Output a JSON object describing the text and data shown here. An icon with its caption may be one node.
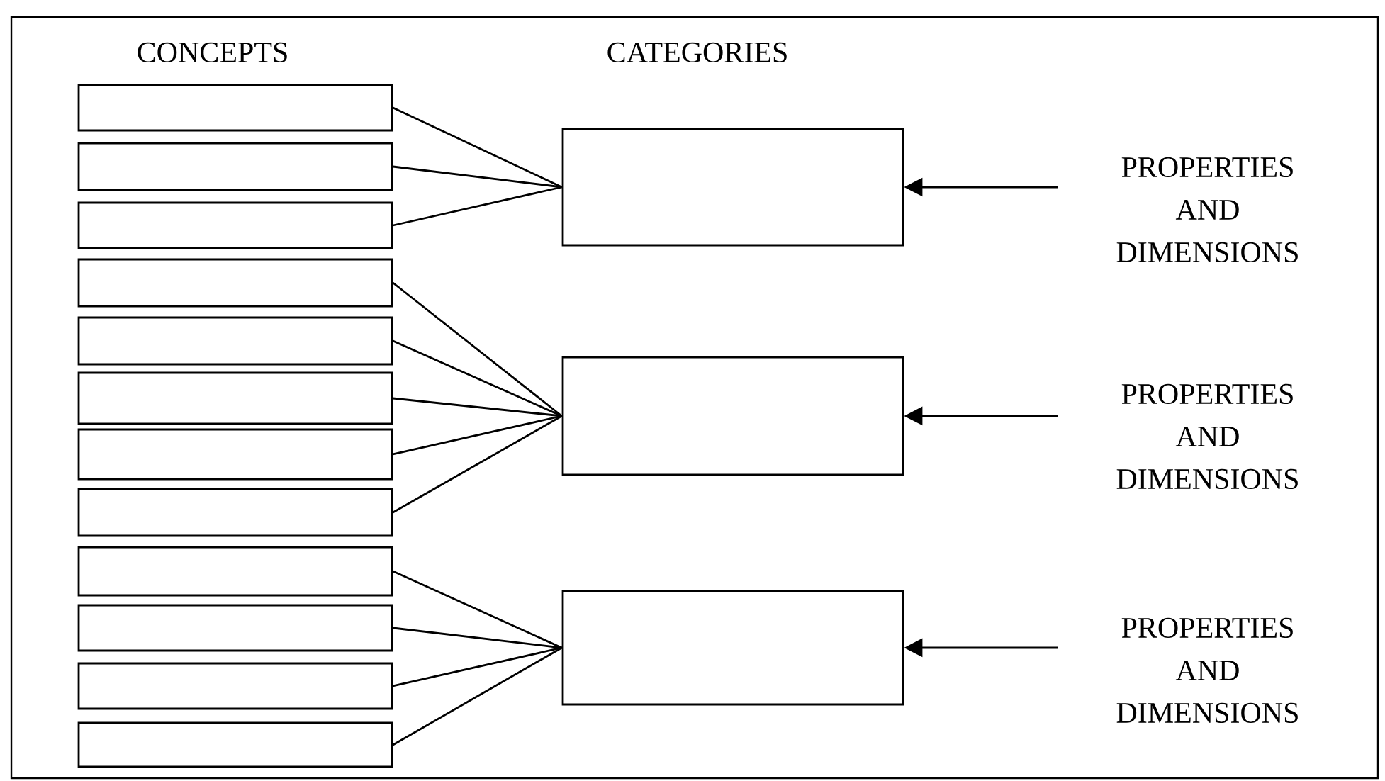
{
  "diagram": {
    "nodes": [
      {
        "text": [],
        "shape": "box"
      },
      {
        "text": [],
        "shape": "box"
      },
      {
        "text": [],
        "shape": "box"
      },
      {
        "text": [],
        "shape": "box"
      },
      {
        "text": [],
        "shape": "box"
      },
      {
        "text": [],
        "shape": "box"
      },
      {
        "text": [],
        "shape": "box"
      },
      {
        "text": [],
        "shape": "box"
      },
      {
        "text": [],
        "shape": "box"
      },
      {
        "text": [],
        "shape": "box"
      },
      {
        "text": [],
        "shape": "box"
      },
      {
        "text": [],
        "shape": "box"
      },
      {
        "text": [],
        "shape": "box"
      },
      {
        "text": [],
        "shape": "box"
      },
      {
        "text": [],
        "shape": "box"
      },
      {
        "text": [
          "PROPERTIES AND DIMENSIONS"
        ]
      },
      {
        "text": [
          "PROPERTIES AND DIMENSIONS"
        ]
      },
      {
        "text": [
          "PROPERTIES AND DIMENSIONS"
        ]
      }
    ],
    "edges": [
      {
        "from": 0,
        "to": 12,
        "arrow": "none"
      },
      {
        "from": 1,
        "to": 12,
        "arrow": "none"
      },
      {
        "from": 2,
        "to": 12,
        "arrow": "none"
      },
      {
        "from": 3,
        "to": 13,
        "arrow": "none"
      },
      {
        "from": 4,
        "to": 13,
        "arrow": "none"
      },
      {
        "from": 5,
        "to": 13,
        "arrow": "none"
      },
      {
        "from": 6,
        "to": 13,
        "arrow": "none"
      },
      {
        "from": 7,
        "to": 13,
        "arrow": "none"
      },
      {
        "from": 8,
        "to": 14,
        "arrow": "none"
      },
      {
        "from": 9,
        "to": 14,
        "arrow": "none"
      },
      {
        "from": 10,
        "to": 14,
        "arrow": "none"
      },
      {
        "from": 11,
        "to": 14,
        "arrow": "none"
      },
      {
        "from": 15,
        "to": 12,
        "arrow": "to"
      },
      {
        "from": 16,
        "to": 13,
        "arrow": "to"
      },
      {
        "from": 17,
        "to": 14,
        "arrow": "to"
      }
    ],
    "labels": [
      "CONCEPTS",
      "CATEGORIES"
    ]
  }
}
